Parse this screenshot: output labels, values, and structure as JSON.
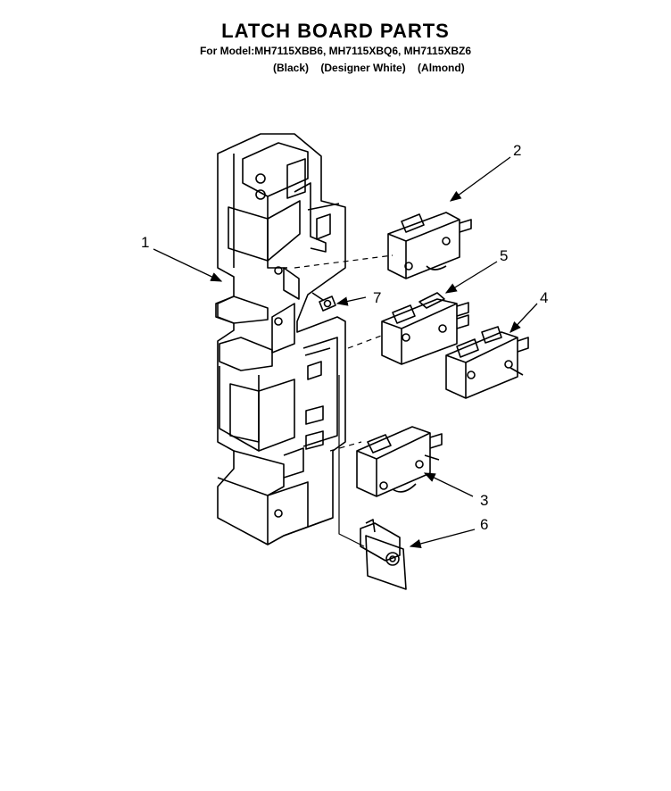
{
  "header": {
    "title": "LATCH BOARD PARTS",
    "model_line": "For Model:MH7115XBB6, MH7115XBQ6, MH7115XBZ6",
    "color_black": "(Black)",
    "color_white": "(Designer White)",
    "color_almond": "(Almond)"
  },
  "callouts": {
    "c1": "1",
    "c2": "2",
    "c3": "3",
    "c4": "4",
    "c5": "5",
    "c6": "6",
    "c7": "7"
  },
  "colors": {
    "line": "#000000",
    "background": "#ffffff"
  }
}
